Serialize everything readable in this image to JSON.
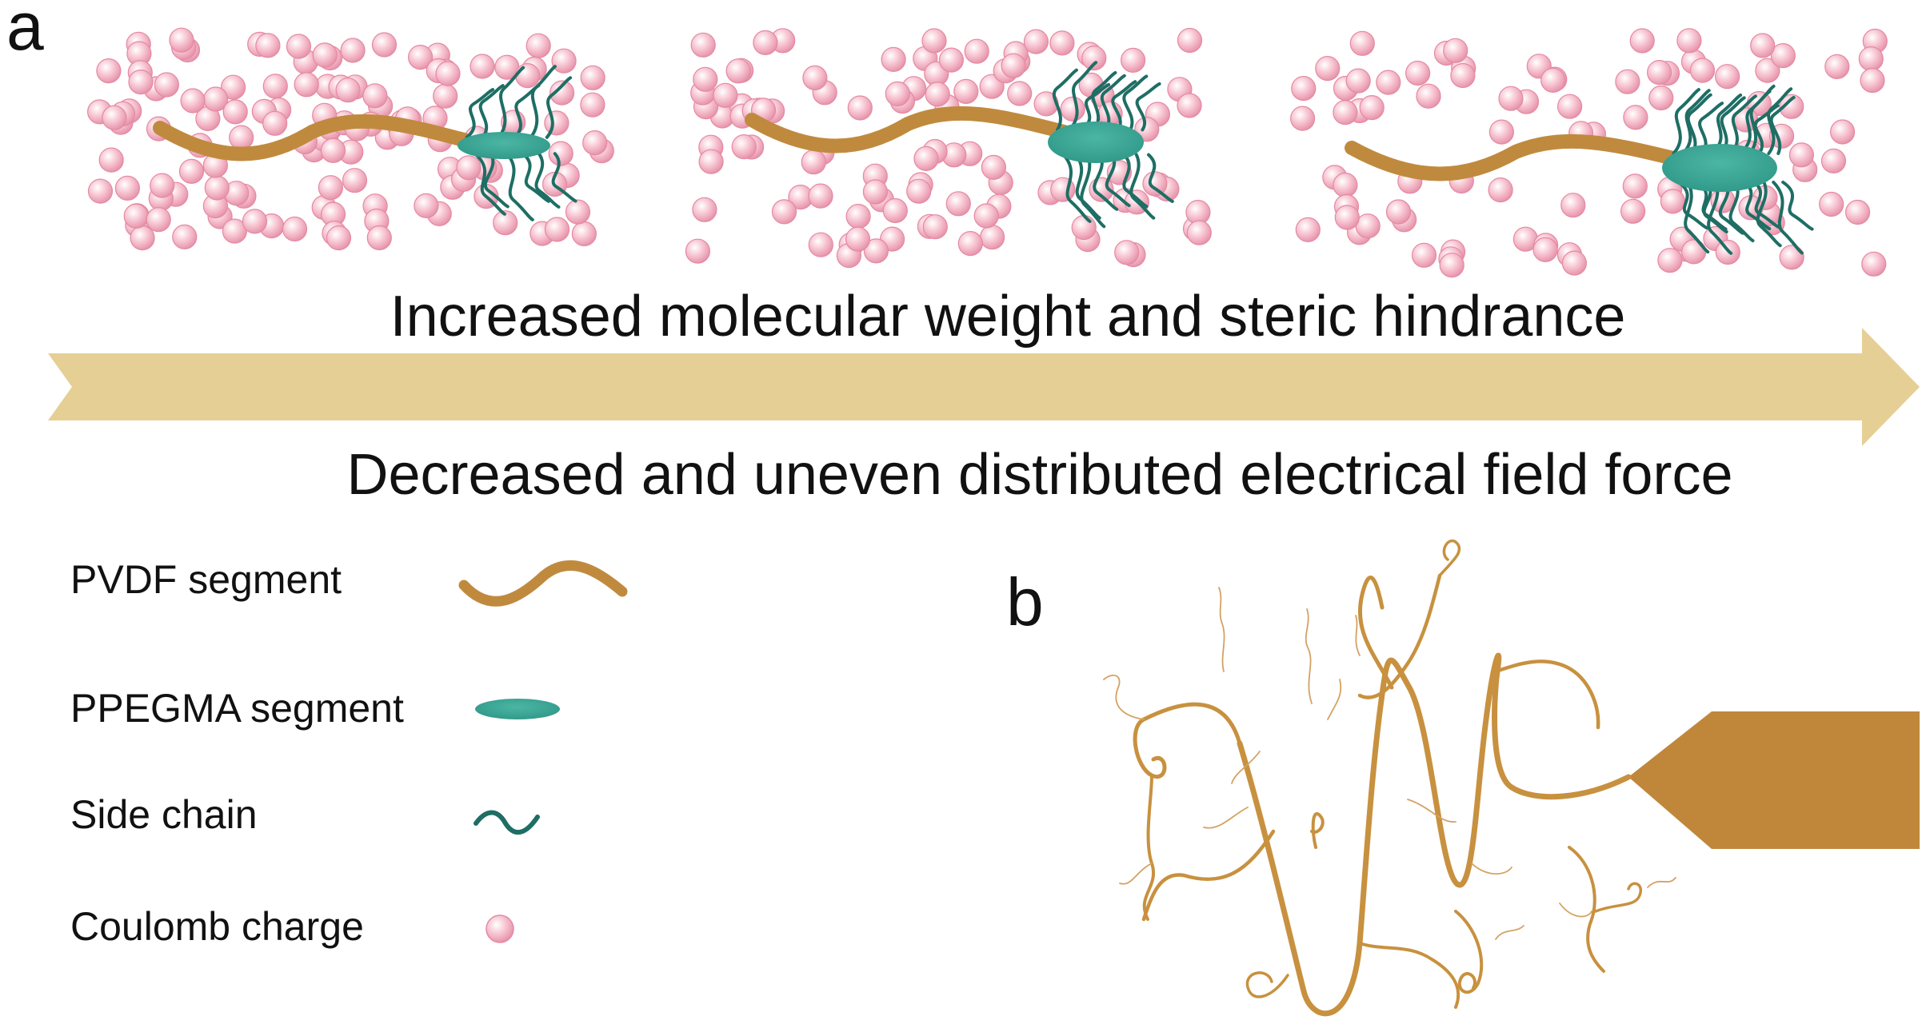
{
  "panels": {
    "a": {
      "label": "a",
      "arrow": {
        "top_text": "Increased molecular weight and steric hindrance",
        "bottom_text": "Decreased and uneven distributed electrical field force",
        "color": "#e5cf94"
      },
      "stages": [
        {
          "stage": 1,
          "side_chains": 12
        },
        {
          "stage": 2,
          "side_chains": 16
        },
        {
          "stage": 3,
          "side_chains": 24
        }
      ]
    },
    "b": {
      "label": "b"
    }
  },
  "legend": [
    {
      "label": "PVDF segment",
      "icon": "pvdf-segment-icon"
    },
    {
      "label": "PPEGMA segment",
      "icon": "ppegma-segment-icon"
    },
    {
      "label": "Side chain",
      "icon": "side-chain-icon"
    },
    {
      "label": "Coulomb charge",
      "icon": "coulomb-charge-icon"
    }
  ],
  "colors": {
    "pvdf": "#c08a3e",
    "ppegma": "#3aa393",
    "side_chain": "#1e6e64",
    "charge_fill": "#f6bccb",
    "charge_edge": "#e48aa3",
    "fiber": "#c8913f"
  }
}
